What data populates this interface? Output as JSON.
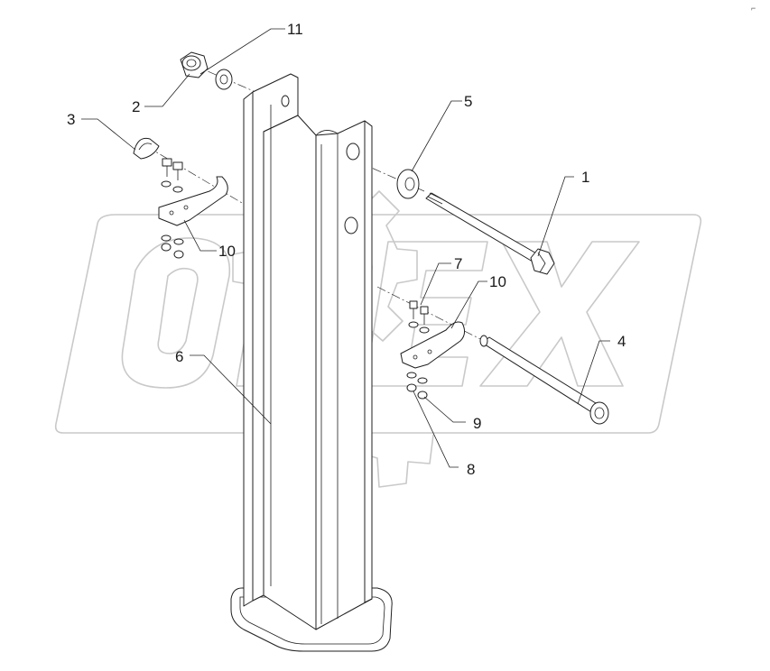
{
  "corner_mark": "⌐",
  "watermark": {
    "text": "OPEX",
    "color": "#c9c9c9"
  },
  "callouts": [
    {
      "id": "1",
      "label": "1"
    },
    {
      "id": "2",
      "label": "2"
    },
    {
      "id": "3",
      "label": "3"
    },
    {
      "id": "4",
      "label": "4"
    },
    {
      "id": "5",
      "label": "5"
    },
    {
      "id": "6",
      "label": "6"
    },
    {
      "id": "7",
      "label": "7"
    },
    {
      "id": "8",
      "label": "8"
    },
    {
      "id": "9",
      "label": "9"
    },
    {
      "id": "10a",
      "label": "10"
    },
    {
      "id": "10b",
      "label": "10"
    },
    {
      "id": "11",
      "label": "11"
    }
  ],
  "colors": {
    "line": "#1f1f1f",
    "background": "#ffffff",
    "watermark": "#c9c9c9"
  }
}
